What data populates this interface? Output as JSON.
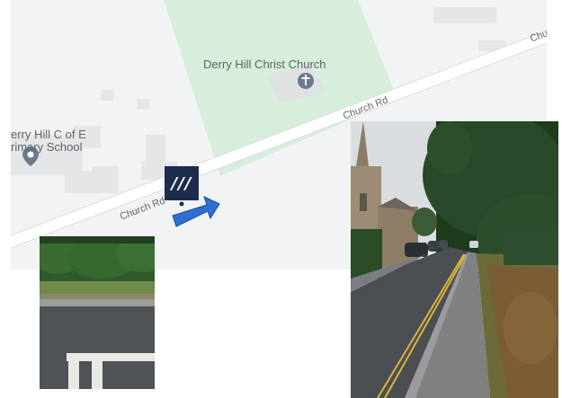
{
  "map": {
    "church_label": "Derry Hill Christ Church",
    "school_label_line1": "erry Hill C of E",
    "school_label_line2": "rimary School",
    "road_label_main": "Church Rd",
    "road_label_lower": "Church Rd",
    "road_label_edge": "Chu",
    "marker_text": "///",
    "colors": {
      "map_bg": "#f1f3f4",
      "green_area": "#d8eedd",
      "road": "#ffffff",
      "building": "#e5e7e9",
      "marker_bg": "#1d2b4f",
      "arrow": "#2f6fd1"
    },
    "icons": [
      "church-pin-icon",
      "school-pin-icon",
      "direction-arrow-icon",
      "what3words-marker-icon"
    ]
  },
  "photos": {
    "left_photo": "road-marking-photo",
    "right_photo": "church-road-street-photo"
  }
}
